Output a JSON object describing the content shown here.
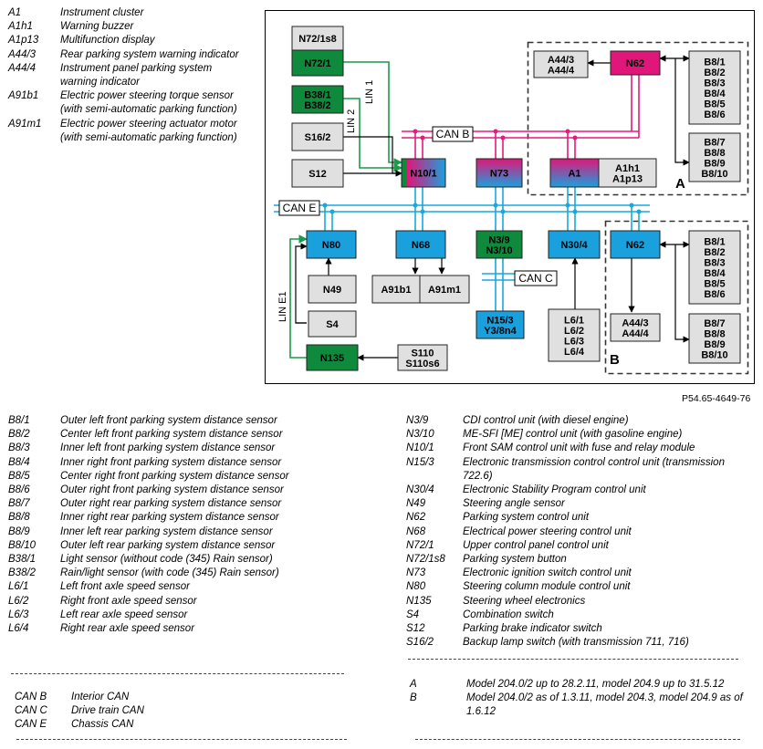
{
  "legend_top": [
    {
      "code": "A1",
      "desc": "Instrument cluster"
    },
    {
      "code": "A1h1",
      "desc": "Warning buzzer"
    },
    {
      "code": "A1p13",
      "desc": "Multifunction display"
    },
    {
      "code": "A44/3",
      "desc": "Rear parking system warning indicator"
    },
    {
      "code": "A44/4",
      "desc": "Instrument panel parking system warning indicator"
    },
    {
      "code": "A91b1",
      "desc": "Electric power steering torque sensor (with semi-automatic parking function)"
    },
    {
      "code": "A91m1",
      "desc": "Electric power steering actuator motor (with semi-automatic parking function)"
    }
  ],
  "legend_bottom_left": [
    {
      "code": "B8/1",
      "desc": "Outer left front parking system distance sensor"
    },
    {
      "code": "B8/2",
      "desc": "Center left front parking system distance sensor"
    },
    {
      "code": "B8/3",
      "desc": "Inner left front parking system distance sensor"
    },
    {
      "code": "B8/4",
      "desc": "Inner right front parking system distance sensor"
    },
    {
      "code": "B8/5",
      "desc": "Center right front parking system distance sensor"
    },
    {
      "code": "B8/6",
      "desc": "Outer right front parking system distance sensor"
    },
    {
      "code": "B8/7",
      "desc": "Outer right rear parking system distance sensor"
    },
    {
      "code": "B8/8",
      "desc": "Inner right rear parking system distance sensor"
    },
    {
      "code": "B8/9",
      "desc": "Inner left rear parking system distance sensor"
    },
    {
      "code": "B8/10",
      "desc": "Outer left rear parking system distance sensor"
    },
    {
      "code": "B38/1",
      "desc": "Light sensor (without code (345) Rain sensor)"
    },
    {
      "code": "B38/2",
      "desc": "Rain/light sensor (with code (345) Rain sensor)"
    },
    {
      "code": "L6/1",
      "desc": "Left front axle speed sensor"
    },
    {
      "code": "L6/2",
      "desc": "Right front axle speed sensor"
    },
    {
      "code": "L6/3",
      "desc": "Left rear axle speed sensor"
    },
    {
      "code": "L6/4",
      "desc": "Right rear axle speed sensor"
    }
  ],
  "legend_bottom_right": [
    {
      "code": "N3/9",
      "desc": "CDI control unit (with diesel engine)"
    },
    {
      "code": "N3/10",
      "desc": "ME-SFI [ME] control unit (with gasoline engine)"
    },
    {
      "code": "N10/1",
      "desc": "Front SAM control unit with fuse and relay module"
    },
    {
      "code": "N15/3",
      "desc": "Electronic transmission control control unit (transmission 722.6)"
    },
    {
      "code": "N30/4",
      "desc": "Electronic Stability Program control unit"
    },
    {
      "code": "N49",
      "desc": "Steering angle sensor"
    },
    {
      "code": "N62",
      "desc": "Parking system control unit"
    },
    {
      "code": "N68",
      "desc": "Electrical power steering control unit"
    },
    {
      "code": "N72/1",
      "desc": "Upper control panel control unit"
    },
    {
      "code": "N72/1s8",
      "desc": "Parking system button"
    },
    {
      "code": "N73",
      "desc": "Electronic ignition switch control unit"
    },
    {
      "code": "N80",
      "desc": "Steering column module control unit"
    },
    {
      "code": "N135",
      "desc": "Steering wheel electronics"
    },
    {
      "code": "S4",
      "desc": "Combination switch"
    },
    {
      "code": "S12",
      "desc": "Parking brake indicator switch"
    },
    {
      "code": "S16/2",
      "desc": "Backup lamp switch (with transmission 711, 716)"
    }
  ],
  "legend_can": [
    {
      "code": "CAN B",
      "desc": "Interior CAN"
    },
    {
      "code": "CAN C",
      "desc": "Drive train CAN"
    },
    {
      "code": "CAN E",
      "desc": "Chassis CAN"
    }
  ],
  "legend_model": [
    {
      "code": "A",
      "desc": "Model 204.0/2 up to 28.2.11, model 204.9 up to 31.5.12"
    },
    {
      "code": "B",
      "desc": "Model 204.0/2 as of 1.3.11, model 204.3, model 204.9 as of 1.6.12"
    }
  ],
  "figure_ref": "P54.65-4649-76",
  "diagram": {
    "colors": {
      "can_b": "#e8197a",
      "can_e": "#17a8e0",
      "lin": "#1a9a4a",
      "gray": "#e0e0e0",
      "green": "#0f8a3c",
      "blue": "#1aa0dc",
      "magenta": "#e0167a"
    },
    "bus_labels": {
      "can_b": "CAN B",
      "can_c": "CAN C",
      "can_e": "CAN E",
      "lin1": "LIN 1",
      "lin2": "LIN 2",
      "line1": "LIN E1"
    },
    "group_labels": {
      "a": "A",
      "b": "B"
    },
    "boxes": {
      "n72_1s8": "N72/1s8",
      "n72_1": "N72/1",
      "b38": "B38/1\nB38/2",
      "s16_2": "S16/2",
      "s12": "S12",
      "n10_1": "N10/1",
      "n73": "N73",
      "a1": "A1",
      "a1h1": "A1h1\nA1p13",
      "a44_top": "A44/3\nA44/4",
      "n62_top": "N62",
      "b8_top1": "B8/1\nB8/2\nB8/3\nB8/4\nB8/5\nB8/6",
      "b8_top2": "B8/7\nB8/8\nB8/9\nB8/10",
      "n80": "N80",
      "n68": "N68",
      "n3": "N3/9\nN3/10",
      "n30_4": "N30/4",
      "n62_bot": "N62",
      "b8_bot1": "B8/1\nB8/2\nB8/3\nB8/4\nB8/5\nB8/6",
      "b8_bot2": "B8/7\nB8/8\nB8/9\nB8/10",
      "a44_bot": "A44/3\nA44/4",
      "n49": "N49",
      "a91b1": "A91b1",
      "a91m1": "A91m1",
      "n15": "N15/3\nY3/8n4",
      "l6": "L6/1\nL6/2\nL6/3\nL6/4",
      "s4": "S4",
      "n135": "N135",
      "s110": "S110\nS110s6"
    }
  }
}
